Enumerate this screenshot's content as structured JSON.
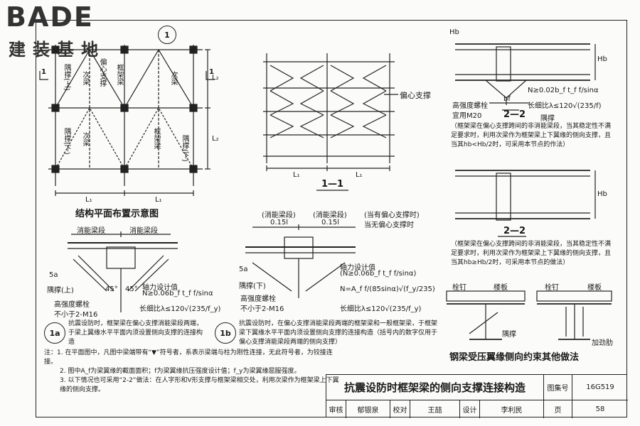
{
  "logo": {
    "latin": "BADE",
    "cn": "建装基地"
  },
  "plan": {
    "caption": "结构平面布置示意图",
    "section_mark": "1",
    "detail_tag": "1",
    "dims": {
      "L1": "L₁",
      "L2": "L₂"
    },
    "cells": {
      "brace_up": "隅撑(上)",
      "brace_down": "隅撑(下)",
      "secondary": "次梁",
      "eccentric": "偏心支撑",
      "frame": "框架梁"
    }
  },
  "section11": {
    "caption": "1—1",
    "label": "偏心支撑",
    "dim": "L₁"
  },
  "detail1a": {
    "tag": "1a",
    "top_label": "消能梁段",
    "brace": "隅撑(上)",
    "bolt": "高强度螺栓",
    "bolt2": "不小于2-M16",
    "axial": "轴力设计值",
    "axial_formula": "N≥0.06b_f t_f f/sinα",
    "slender": "长细比λ≤120√(235/f_y)",
    "angle": "45°",
    "mark5a": "5a",
    "desc": "抗震设防时，框架梁在偏心支撑消能梁段两端，于梁上翼缘水平平面内须设置侧向支撑的连接构造"
  },
  "detail1b": {
    "tag": "1b",
    "dim_a": "(消能梁段)",
    "dim_b": "(消能梁段)",
    "dim_c": "(当有偏心支撑时)",
    "dim_d": "当无偏心支撑时",
    "len": "0.15l",
    "brace": "隅撑(下)",
    "bolt": "高强度螺栓",
    "bolt2": "不小于2-M16",
    "axial": "轴力设计值",
    "axial_formula": "(N≥0.06b_f t_f f/sinα)",
    "formula2": "N=A_f f/(85sinα)√(f_y/235)",
    "slender": "长细比λ≤120√(235/f_y)",
    "mark5a": "5a",
    "desc": "抗震设防时，在偏心支撑消能梁段两端的框架梁和一般框架梁，于框架梁下翼缘水平平面内须设置侧向支撑的连接构造（括号内的数字仅用于偏心支撑消能梁段两端的侧向支撑）"
  },
  "section22a": {
    "caption": "2—2",
    "bolt": "高强度螺栓",
    "bolt2": "宜用M20",
    "formula": "N≥0.02b_f t_f f/sinα",
    "slender": "长细比λ≤120√(235/f)",
    "brace": "隅撑",
    "bf": "bf",
    "hb": "Hb",
    "desc": "（框架梁在偏心支撑跨间的非消能梁段，当其稳定性不满足要求时，利用次梁作为框架梁上下翼缘的侧向支撑，且当其hb<Hb/2时，可采用本节点的作法）"
  },
  "section22b": {
    "caption": "2—2",
    "hb": "Hb",
    "desc": "（框架梁在偏心支撑跨间的非消能梁段，当其稳定性不满足要求时，利用次梁作为框架梁上下翼缘的侧向支撑，且当其hb≥Hb/2时，可采用本节点的做法）"
  },
  "steel": {
    "stud1": "栓钉",
    "slab1": "楼板",
    "stud2": "栓钉",
    "slab2": "楼板",
    "brace": "隅撑",
    "stiffener": "加劲肋",
    "caption": "钢梁受压翼缘侧向约束其他做法"
  },
  "notes": [
    "注：1. 在平面图中，凡图中梁端带有“▼”符号者，系表示梁端与柱为刚性连接，无此符号者，为铰接连接。",
    "2. 图中A_f为梁翼缘的截面面积；f为梁翼缘抗压强度设计值；f_y为梁翼缘屈服强度。",
    "3. 以下情况也可采用“2-2”做法：在人字形和V形支撑与框架梁相交处，利用次梁作为框架梁上下翼缘的侧向支撑。"
  ],
  "titleblock": {
    "title": "抗震设防时框架梁的侧向支撑连接构造",
    "atlas_label": "图集号",
    "atlas_no": "16G519",
    "review": "审核",
    "reviewer": "郁银泉",
    "check": "校对",
    "checker": "王喆",
    "design": "设计",
    "designer": "李利民",
    "page_label": "页",
    "page_no": "58"
  }
}
